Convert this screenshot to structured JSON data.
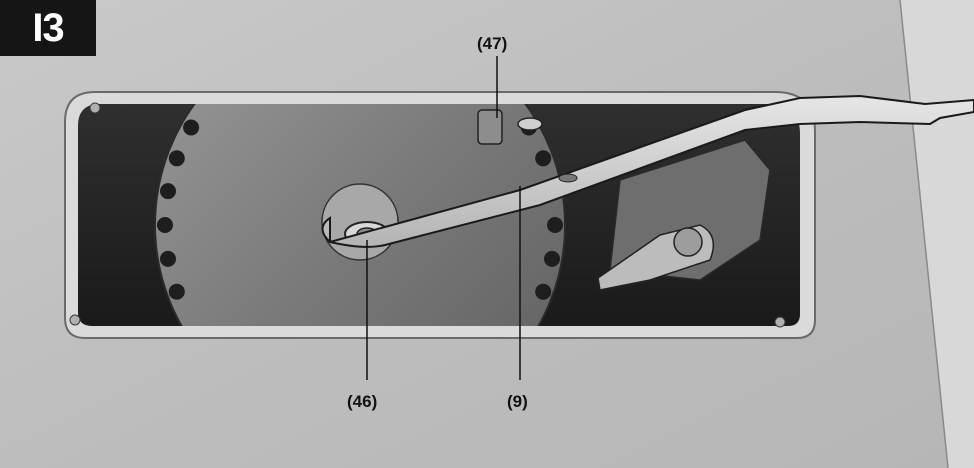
{
  "figure": {
    "badge": "I3",
    "callouts": {
      "c47": "(47)",
      "c46": "(46)",
      "c9": "(9)"
    }
  }
}
